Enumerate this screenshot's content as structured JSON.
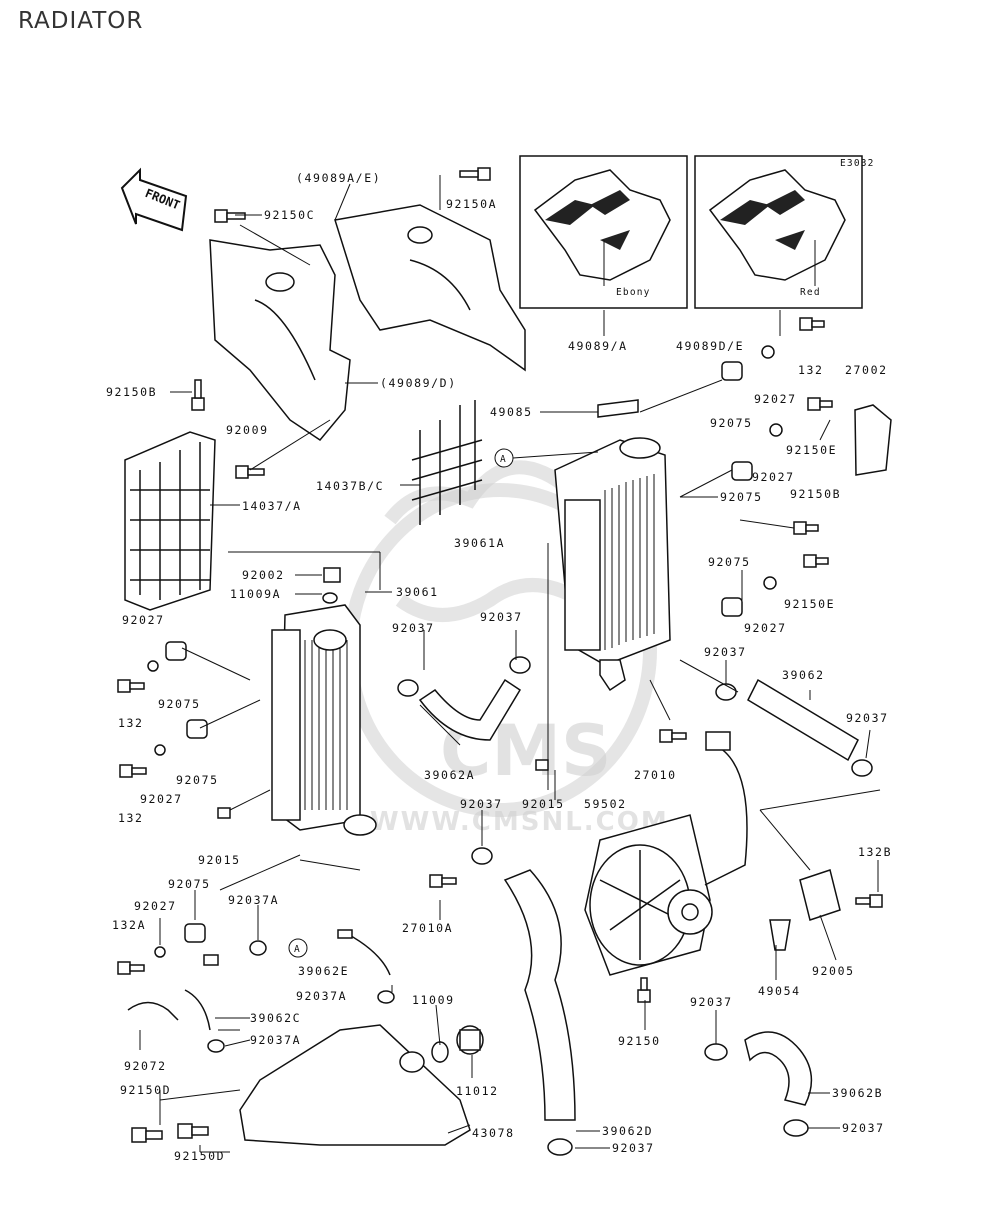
{
  "title": "RADIATOR",
  "diagram_code": "E3032",
  "front_label": "FRONT",
  "callout_letter": "A",
  "color_variants": [
    {
      "label": "Ebony",
      "part": "49089/A"
    },
    {
      "label": "Red",
      "part": "49089D/E"
    }
  ],
  "watermark": {
    "brand": "CMS",
    "site": "WWW.CMSNL.COM"
  },
  "part_labels": [
    "92150C",
    "(49089A/E)",
    "92150A",
    "49089/A",
    "49089D/E",
    "92150B",
    "(49089/D)",
    "92009",
    "14037/A",
    "14037B/C",
    "132",
    "27002",
    "92027",
    "92075",
    "49085",
    "92150E",
    "92150B",
    "92027",
    "92075",
    "39061A",
    "92002",
    "11009A",
    "39061",
    "92037",
    "92037",
    "92075",
    "92150E",
    "92027",
    "92027",
    "92075",
    "132",
    "92075",
    "92027",
    "132",
    "92015",
    "39062A",
    "92037",
    "92015",
    "27010",
    "39062",
    "92037",
    "92037",
    "59502",
    "92075",
    "92027",
    "92037A",
    "132A",
    "27010A",
    "39062E",
    "92037A",
    "11009",
    "132B",
    "92005",
    "49054",
    "39062C",
    "92037A",
    "92072",
    "92150D",
    "92150D",
    "11012",
    "43078",
    "92150",
    "39062D",
    "92037",
    "92037",
    "39062B",
    "92037"
  ]
}
